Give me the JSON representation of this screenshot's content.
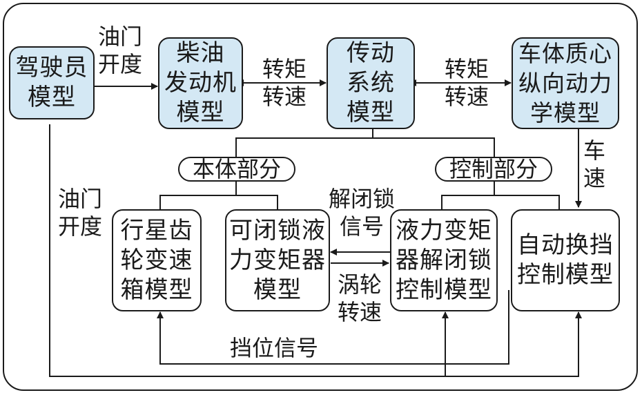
{
  "blocks": {
    "driver": "驾驶员\n模型",
    "engine": "柴油\n发动机\n模型",
    "drivetrain": "传动\n系统\n模型",
    "vehicle": "车体质心\n纵向动力\n学模型",
    "gearbox": "行星齿\n轮变速\n箱模型",
    "converter": "可闭锁液\n力变矩器\n模型",
    "lockup_control": "液力变矩\n器解闭锁\n控制模型",
    "shift_control": "自动换挡\n控制模型"
  },
  "groups": {
    "body_part": "本体部分",
    "control_part": "控制部分"
  },
  "signals": {
    "throttle_top": "油门\n开度",
    "torque_speed_1": "转矩\n转速",
    "torque_speed_2": "转矩\n转速",
    "vehicle_speed": "车\n速",
    "throttle_left": "油门\n开度",
    "lockup_signal": "解闭锁\n信号",
    "turbine_speed": "涡轮\n转速",
    "gear_signal": "挡位信号"
  }
}
